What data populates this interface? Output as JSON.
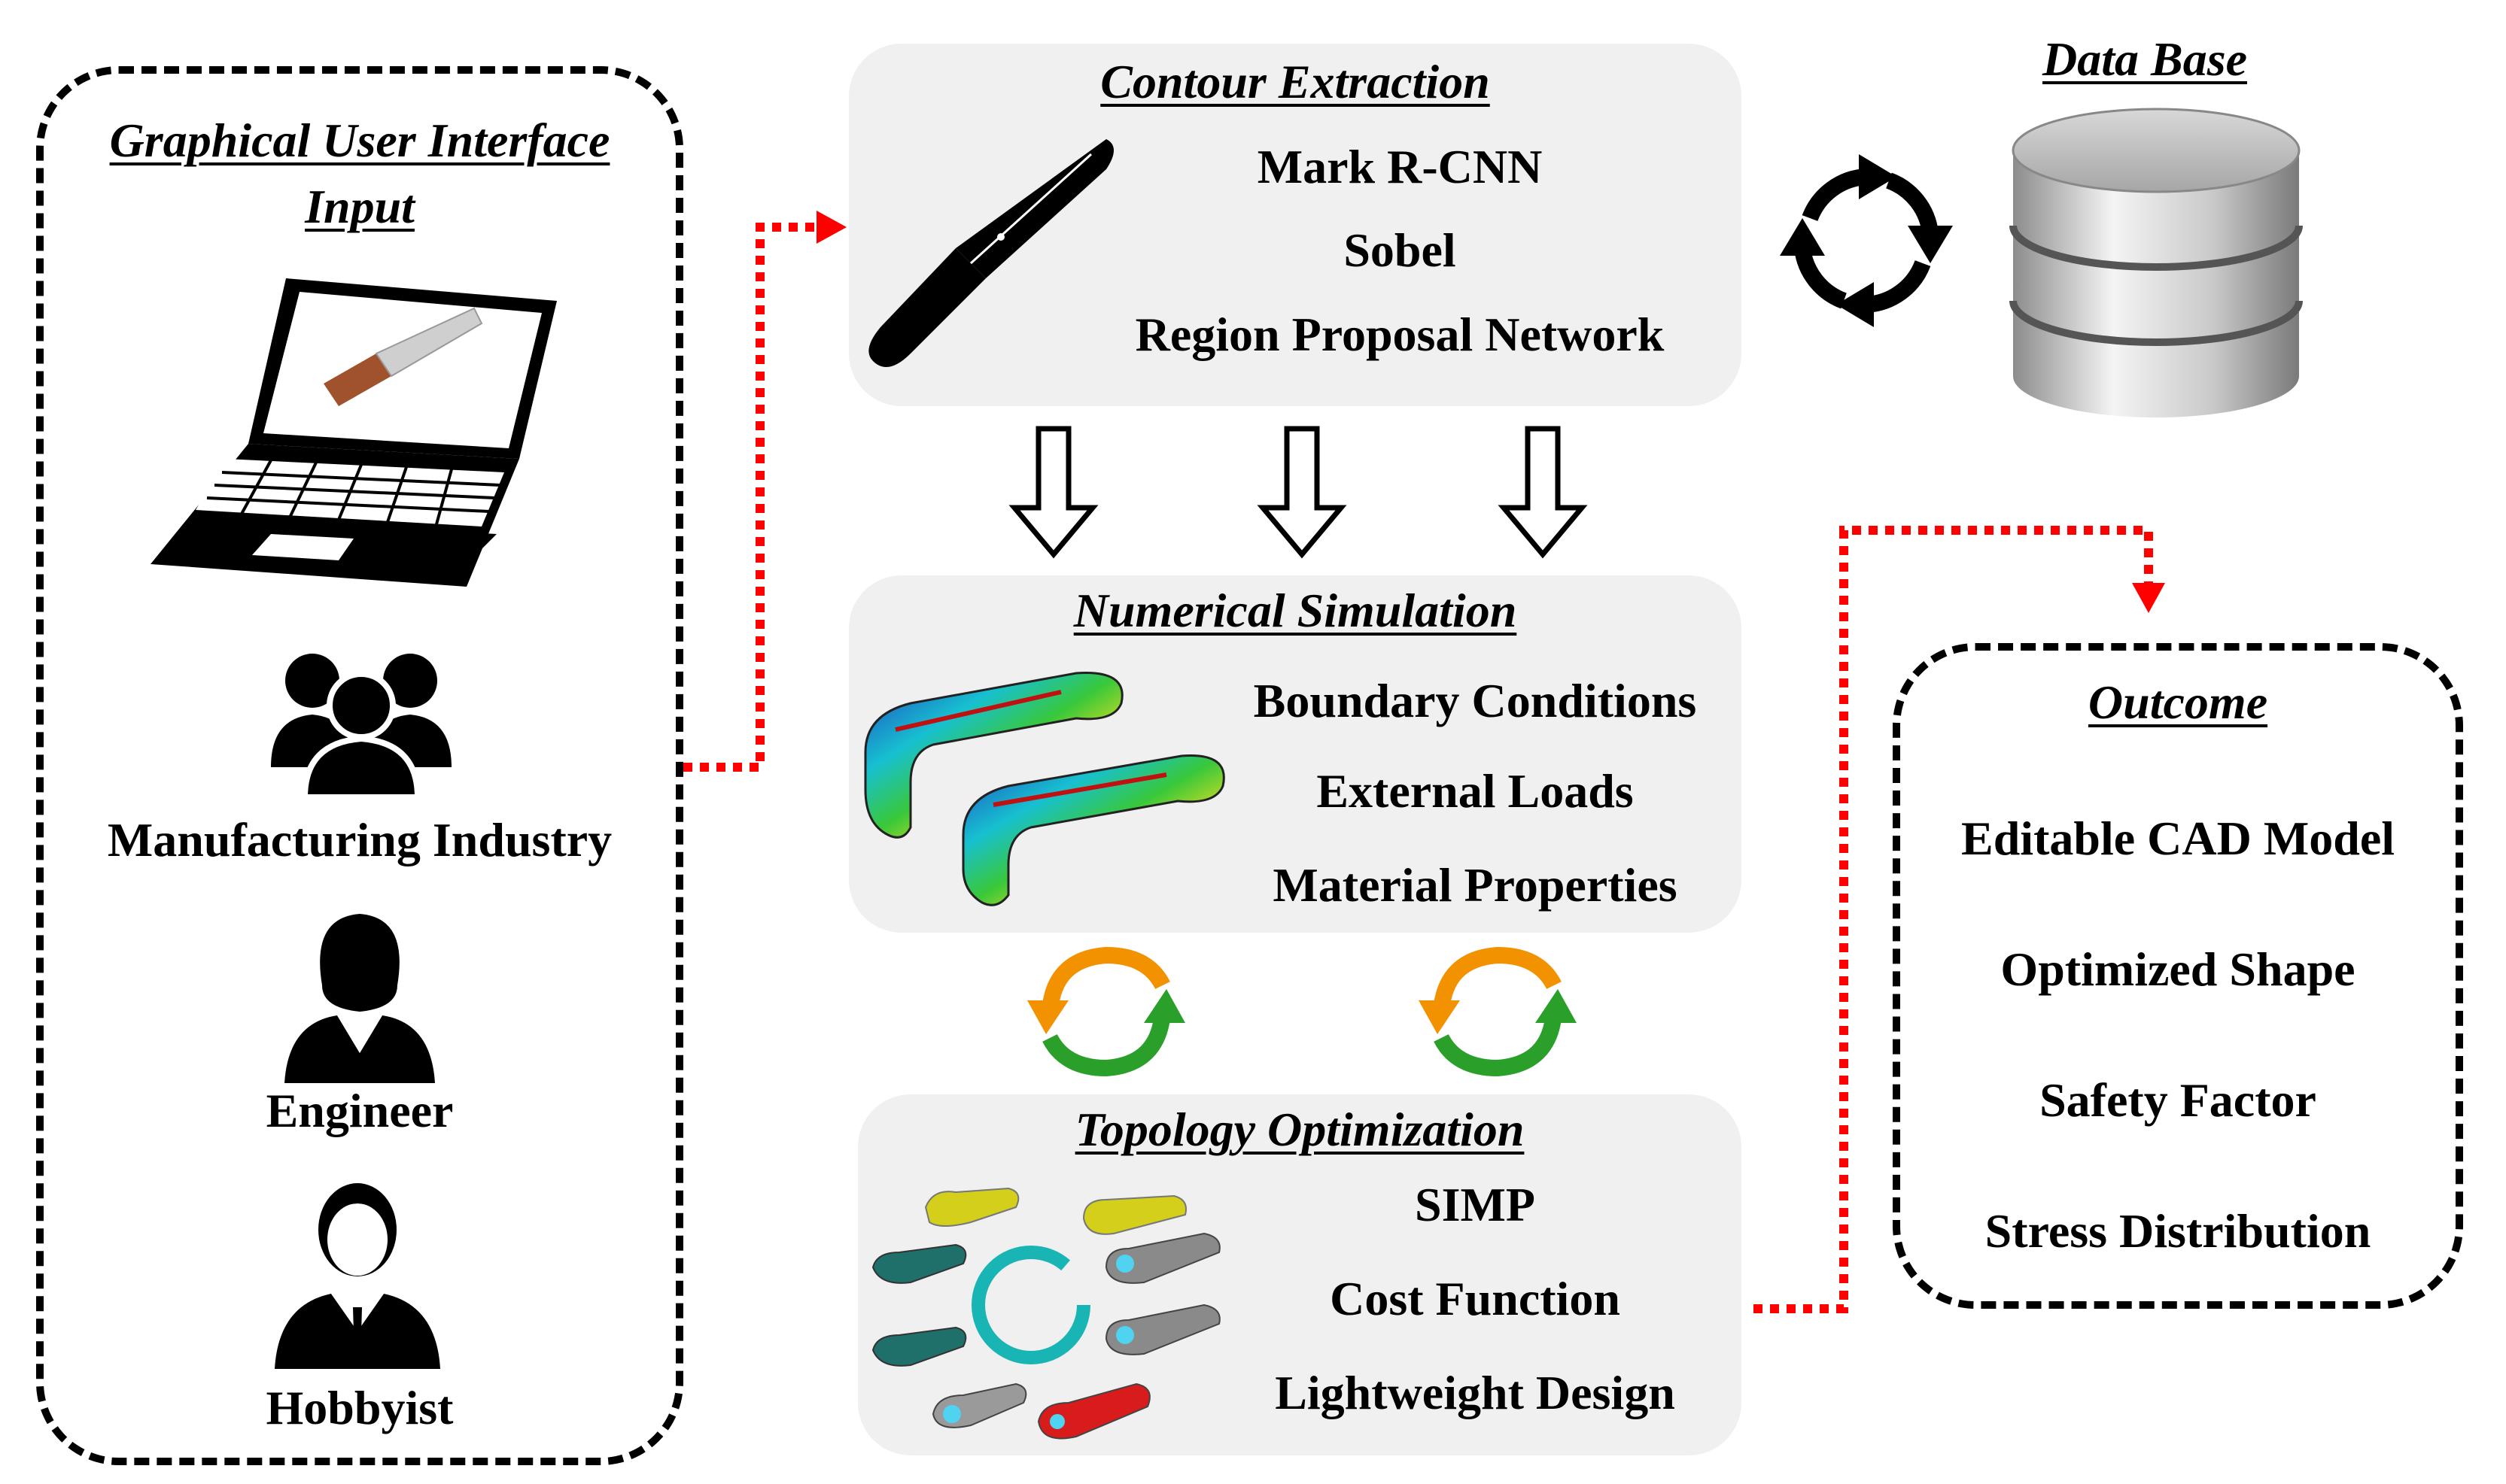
{
  "gui": {
    "title_line1": "Graphical User Interface",
    "title_line2": "Input",
    "users": [
      "Manufacturing Industry",
      "Engineer",
      "Hobbyist"
    ]
  },
  "contour": {
    "title": "Contour Extraction",
    "items": [
      "Mark R-CNN",
      "Sobel",
      "Region Proposal Network"
    ]
  },
  "database": {
    "title": "Data Base"
  },
  "numerical": {
    "title": "Numerical Simulation",
    "items": [
      "Boundary Conditions",
      "External Loads",
      "Material Properties"
    ]
  },
  "topology": {
    "title": "Topology Optimization",
    "items": [
      "SIMP",
      "Cost Function",
      "Lightweight Design"
    ]
  },
  "outcome": {
    "title": "Outcome",
    "items": [
      "Editable CAD Model",
      "Optimized Shape",
      "Safety Factor",
      "Stress Distribution"
    ]
  },
  "colors": {
    "panel": "#f0f0f0",
    "connector": "#ff0000",
    "cycle_orange": "#f39200",
    "cycle_green": "#2aa02a",
    "ring": "#19b5b5"
  },
  "icons": [
    "laptop-knife-icon",
    "group-icon",
    "engineer-icon",
    "hobbyist-icon",
    "knife-icon",
    "database-icon",
    "sync-icon",
    "stress-part-icon",
    "topology-parts-icon",
    "down-arrow-icon",
    "cycle-arrow-icon"
  ]
}
